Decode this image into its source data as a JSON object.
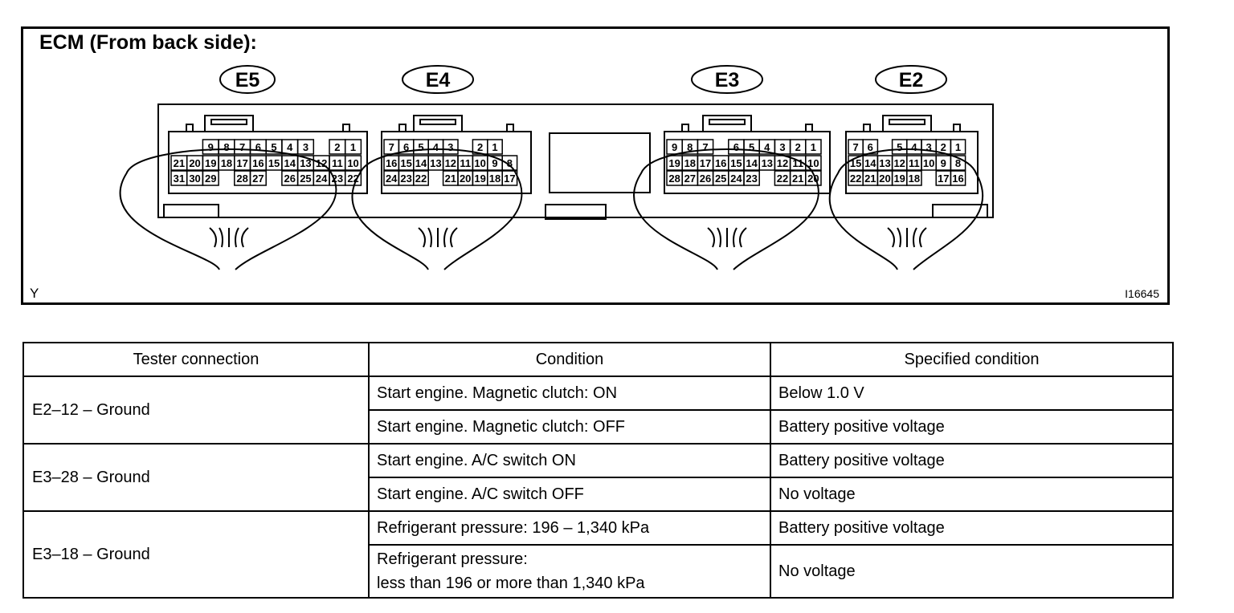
{
  "diagram": {
    "title": "ECM (From back side):",
    "corner_label": "Y",
    "figure_id": "I16645",
    "connectors": [
      {
        "name": "E5",
        "rows": [
          [
            "",
            "9",
            "8",
            "7",
            "6",
            "5",
            "4",
            "3",
            "",
            "2",
            "1"
          ],
          [
            "21",
            "20",
            "19",
            "18",
            "17",
            "16",
            "15",
            "14",
            "13",
            "12",
            "11",
            "10"
          ],
          [
            "31",
            "30",
            "29",
            "",
            "28",
            "27",
            "",
            "26",
            "25",
            "24",
            "23",
            "22"
          ]
        ]
      },
      {
        "name": "E4",
        "rows": [
          [
            "7",
            "6",
            "5",
            "4",
            "3",
            "",
            "2",
            "1"
          ],
          [
            "16",
            "15",
            "14",
            "13",
            "12",
            "11",
            "10",
            "9",
            "8"
          ],
          [
            "24",
            "23",
            "22",
            "",
            "21",
            "20",
            "19",
            "18",
            "17"
          ]
        ]
      },
      {
        "name": "E3",
        "rows": [
          [
            "9",
            "8",
            "7",
            "",
            "6",
            "5",
            "4",
            "3",
            "2",
            "1"
          ],
          [
            "19",
            "18",
            "17",
            "16",
            "15",
            "14",
            "13",
            "12",
            "11",
            "10"
          ],
          [
            "28",
            "27",
            "26",
            "25",
            "24",
            "23",
            "",
            "22",
            "21",
            "20"
          ]
        ]
      },
      {
        "name": "E2",
        "rows": [
          [
            "7",
            "6",
            "",
            "5",
            "4",
            "3",
            "2",
            "1"
          ],
          [
            "15",
            "14",
            "13",
            "12",
            "11",
            "10",
            "9",
            "8"
          ],
          [
            "22",
            "21",
            "20",
            "19",
            "18",
            "",
            "17",
            "16"
          ]
        ]
      }
    ]
  },
  "table": {
    "headers": [
      "Tester connection",
      "Condition",
      "Specified condition"
    ],
    "groups": [
      {
        "connection": "E2–12 – Ground",
        "rows": [
          {
            "condition": "Start engine. Magnetic clutch: ON",
            "specified": "Below 1.0 V"
          },
          {
            "condition": "Start engine. Magnetic clutch: OFF",
            "specified": "Battery positive voltage"
          }
        ]
      },
      {
        "connection": "E3–28 – Ground",
        "rows": [
          {
            "condition": "Start engine. A/C switch ON",
            "specified": "Battery positive voltage"
          },
          {
            "condition": "Start engine. A/C switch OFF",
            "specified": "No voltage"
          }
        ]
      },
      {
        "connection": "E3–18 – Ground",
        "rows": [
          {
            "condition": "Refrigerant pressure: 196 – 1,340 kPa",
            "specified": "Battery positive voltage"
          },
          {
            "condition_line1": "Refrigerant pressure:",
            "condition_line2": "less than 196 or more than 1,340 kPa",
            "specified": "No voltage"
          }
        ]
      }
    ]
  }
}
